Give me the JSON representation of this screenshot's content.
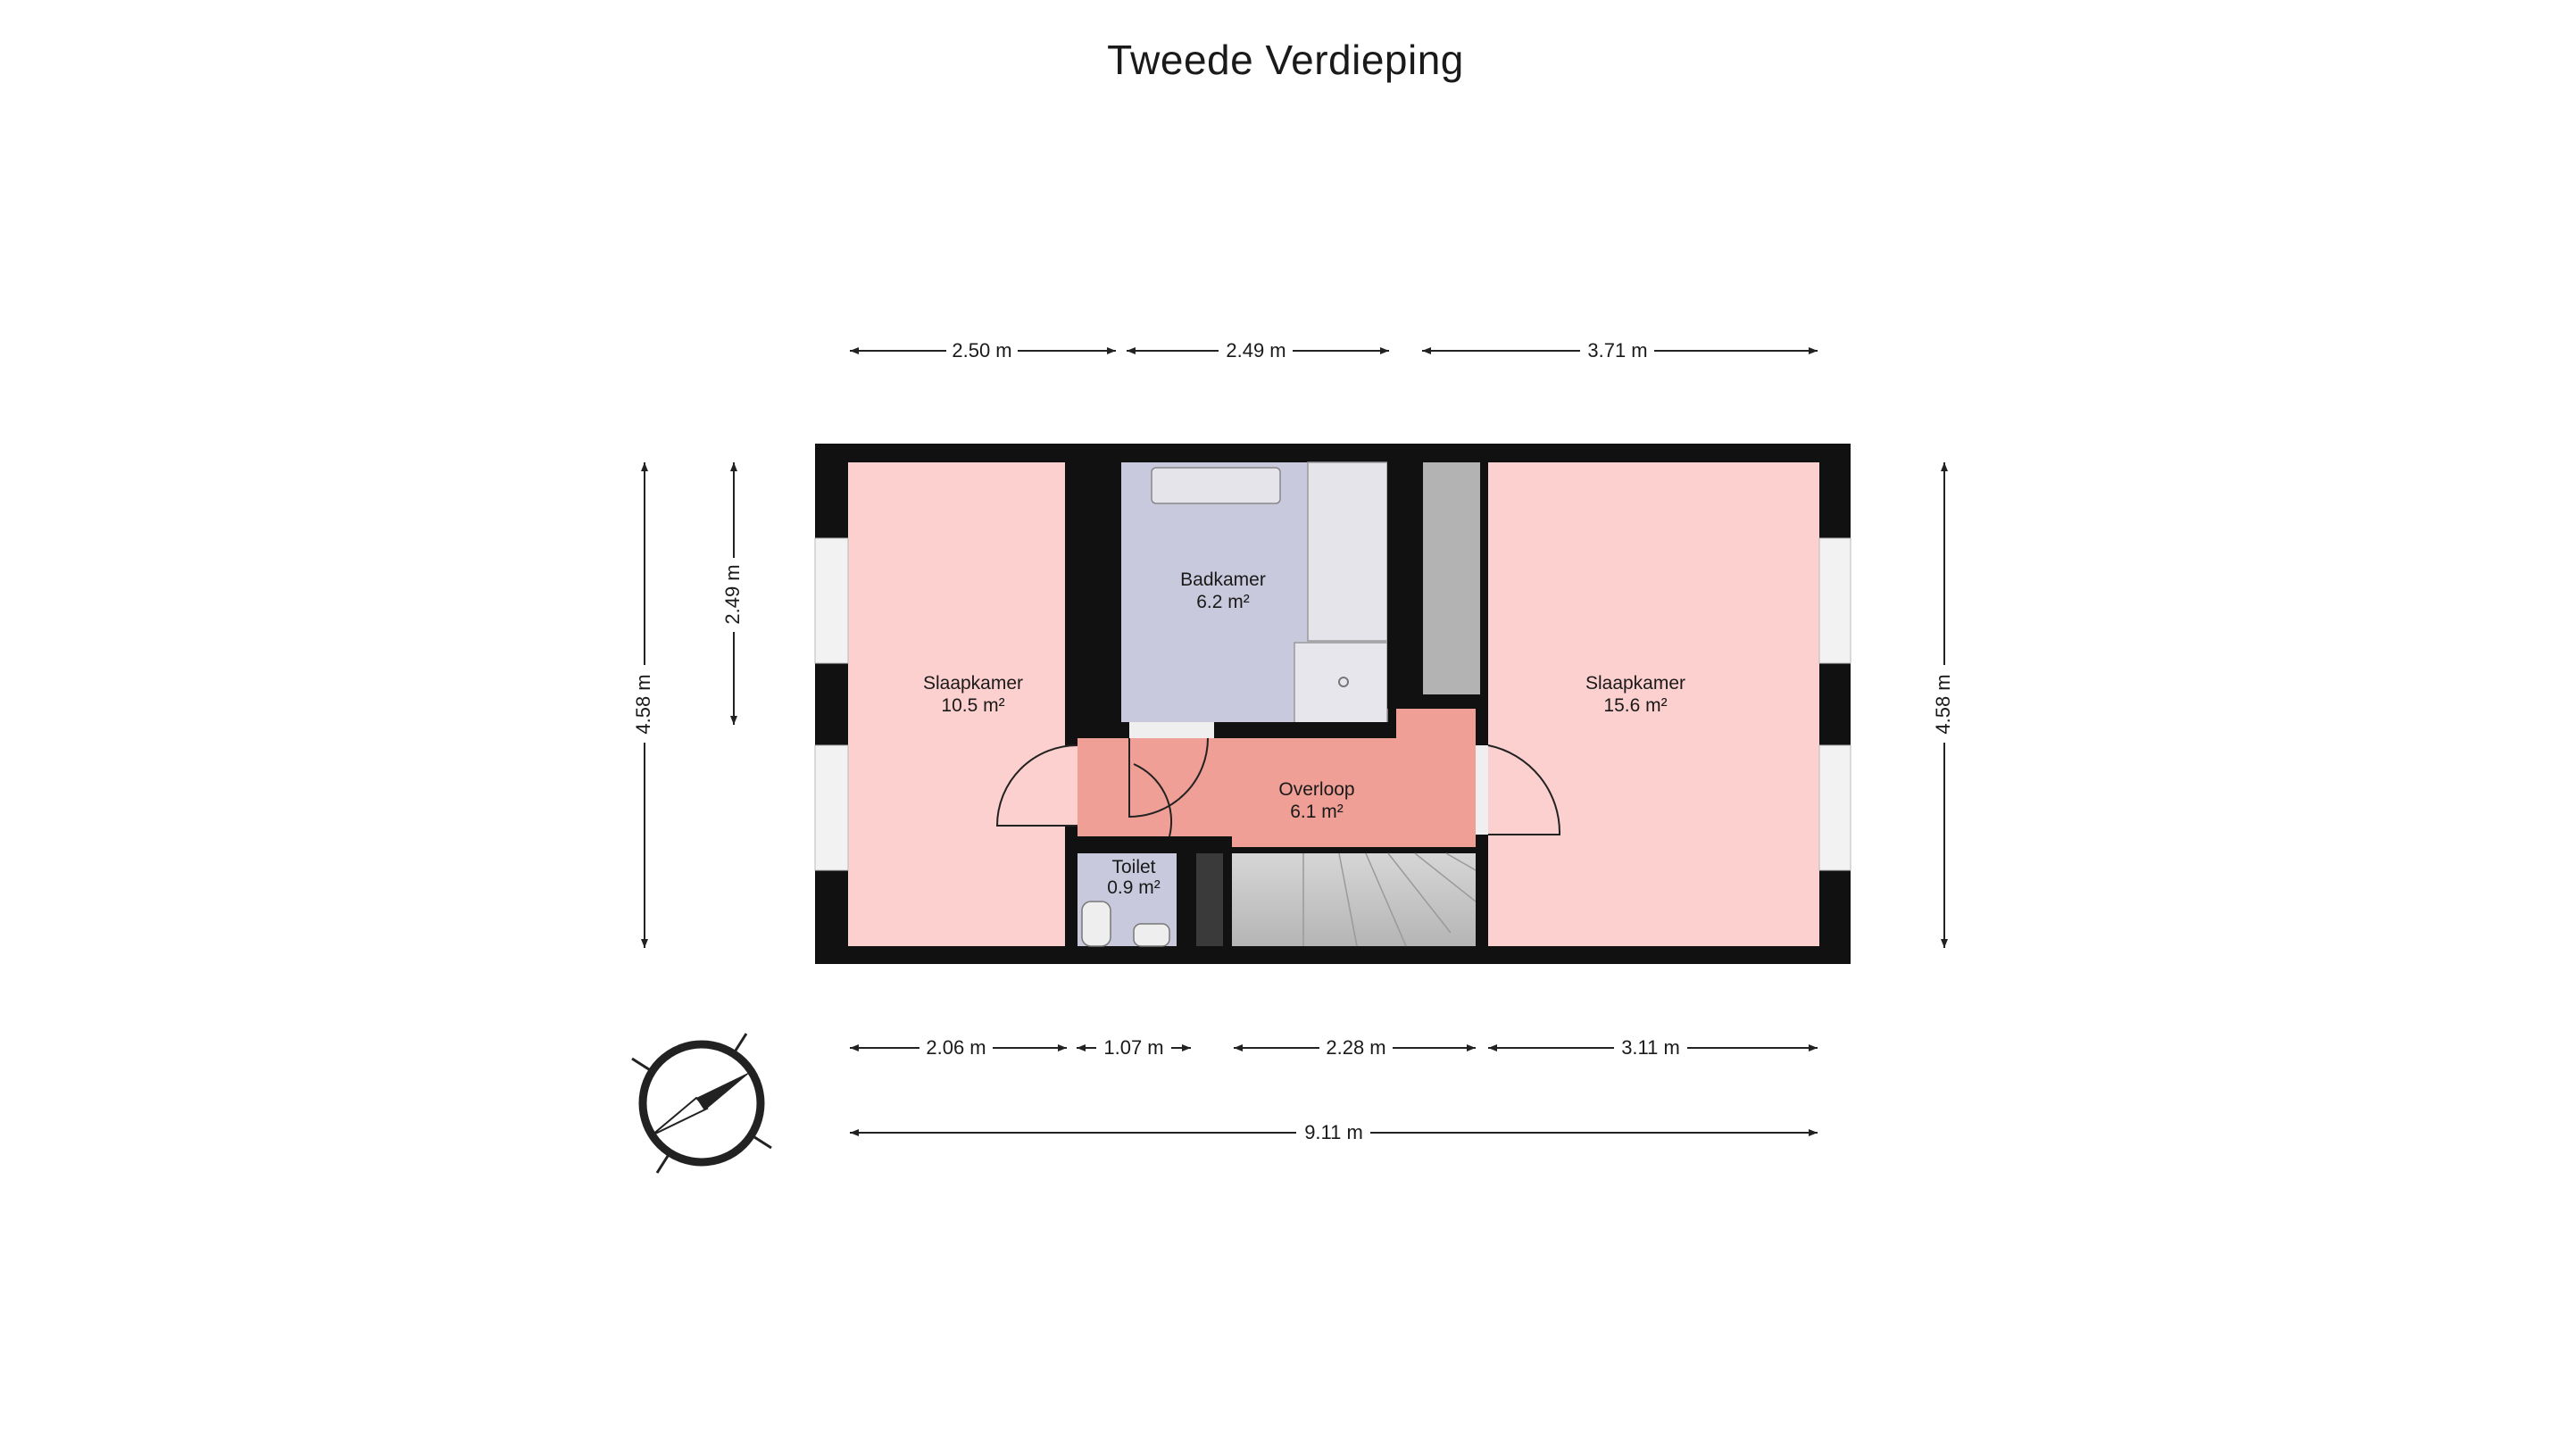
{
  "title": "Tweede Verdieping",
  "rooms": {
    "slaapkamer_left": {
      "name": "Slaapkamer",
      "area": "10.5 m²",
      "color": "#fbd0cf"
    },
    "badkamer": {
      "name": "Badkamer",
      "area": "6.2 m²",
      "color": "#c9c9dd"
    },
    "overloop": {
      "name": "Overloop",
      "area": "6.1 m²",
      "color": "#ef9f95"
    },
    "toilet": {
      "name": "Toilet",
      "area": "0.9 m²",
      "color": "#c9c9dd"
    },
    "slaapkamer_right": {
      "name": "Slaapkamer",
      "area": "15.6 m²",
      "color": "#fbd0cf"
    }
  },
  "dimensions": {
    "top": [
      "2.50 m",
      "2.49 m",
      "3.71 m"
    ],
    "bottom": [
      "2.06 m",
      "1.07 m",
      "2.28 m",
      "3.11 m"
    ],
    "total_width": "9.11 m",
    "left_outer": "4.58 m",
    "left_inner": "2.49 m",
    "right": "4.58 m"
  },
  "colors": {
    "wall": "#111111",
    "stair": "#cfcfcf",
    "fixture_grey": "#b3b3b3",
    "window": "#f2f2f2"
  },
  "icons": {
    "compass": "compass-rose-icon"
  }
}
